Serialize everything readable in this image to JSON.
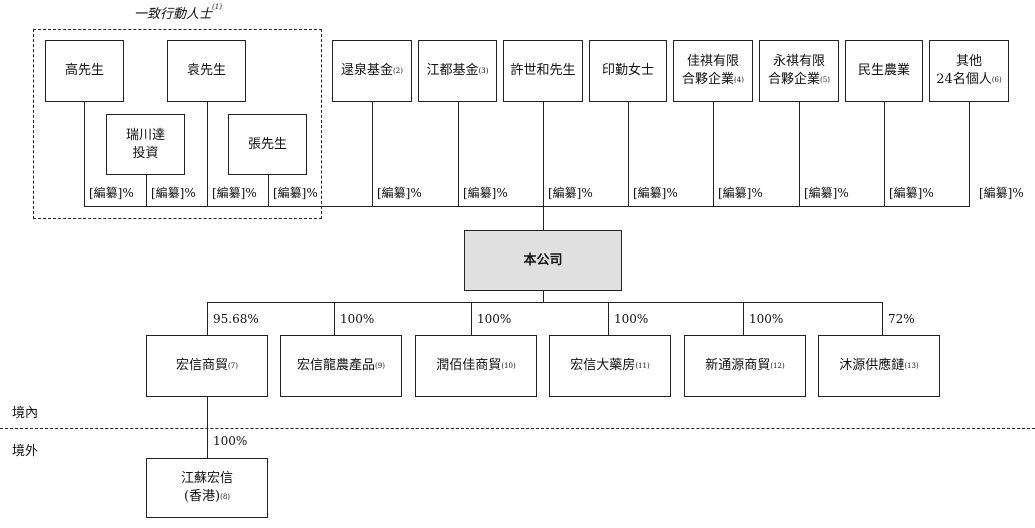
{
  "concert_group": {
    "title": "一致行動人士",
    "note": "(1)"
  },
  "shareholders": [
    {
      "name": "高先生",
      "note": "",
      "pct": "[編纂]%"
    },
    {
      "name": "瑞川達\n投資",
      "note": "",
      "pct": "[編纂]%"
    },
    {
      "name": "袁先生",
      "note": "",
      "pct": "[編纂]%"
    },
    {
      "name": "張先生",
      "note": "",
      "pct": "[編纂]%"
    },
    {
      "name": "逯泉基金",
      "note": "(2)",
      "pct": "[編纂]%"
    },
    {
      "name": "江都基金",
      "note": "(3)",
      "pct": "[編纂]%"
    },
    {
      "name": "許世和先生",
      "note": "",
      "pct": "[編纂]%"
    },
    {
      "name": "印勤女士",
      "note": "",
      "pct": "[編纂]%"
    },
    {
      "name": "佳祺有限\n合夥企業",
      "note": "(4)",
      "pct": "[編纂]%"
    },
    {
      "name": "永祺有限\n合夥企業",
      "note": "(5)",
      "pct": "[編纂]%"
    },
    {
      "name": "民生農業",
      "note": "",
      "pct": "[編纂]%"
    },
    {
      "name": "其他\n24名個人",
      "note": "(6)",
      "pct": "[編纂]%"
    }
  ],
  "company": "本公司",
  "subsidiaries": [
    {
      "name": "宏信商貿",
      "note": "(7)",
      "pct": "95.68%"
    },
    {
      "name": "宏信龍農產品",
      "note": "(9)",
      "pct": "100%"
    },
    {
      "name": "潤佰佳商貿",
      "note": "(10)",
      "pct": "100%"
    },
    {
      "name": "宏信大藥房",
      "note": "(11)",
      "pct": "100%"
    },
    {
      "name": "新通源商貿",
      "note": "(12)",
      "pct": "100%"
    },
    {
      "name": "沐源供應鏈",
      "note": "(13)",
      "pct": "72%"
    }
  ],
  "offshore": {
    "name": "江蘇宏信\n(香港)",
    "note": "(8)",
    "pct": "100%"
  },
  "regions": {
    "domestic": "境內",
    "overseas": "境外"
  }
}
